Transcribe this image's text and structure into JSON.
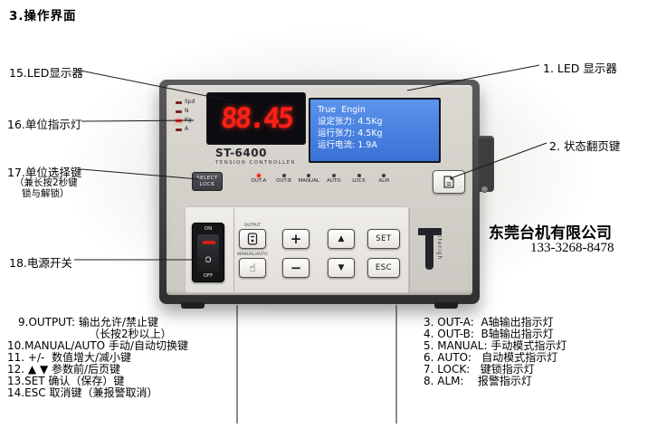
{
  "page": {
    "title": "3.操作界面"
  },
  "device": {
    "model": "ST-6400",
    "model_subtitle": "TENSION CONTROLLER",
    "led_value": "88.45",
    "unit_indicators": [
      "Spd",
      "N",
      "Kg",
      "A"
    ],
    "lit_unit": "Kg",
    "select_key": {
      "line1": "SELECT",
      "line2": "LOCK"
    },
    "lcd": {
      "line1": "True  Engin",
      "line2": "设定张力: 4.5Kg",
      "line3": "运行张力: 4.5Kg",
      "line4": "运行电流: 1.9A"
    },
    "status_leds": [
      "OUT-A",
      "OUT-B",
      "MANUAL",
      "AUTO",
      "LOCK",
      "ALM"
    ],
    "lit_status_led": "OUT-A",
    "power_switch": {
      "on": "ON",
      "off": "OFF",
      "o_mark": "O"
    },
    "keys": {
      "output_label": "OUTPUT",
      "manual_auto_label": "MANUAL/AUTO",
      "manual_auto_icon": "☝",
      "plus": "+",
      "minus": "−",
      "up": "▲",
      "down": "▼",
      "set": "SET",
      "esc": "ESC"
    },
    "brand": {
      "name": "Interigh"
    }
  },
  "company": {
    "name": "东莞台机有限公司",
    "phone": "133-3268-8478"
  },
  "callouts": {
    "left": {
      "c15": "15.LED显示器",
      "c16": "16.单位指示灯",
      "c17": "17.单位选择键",
      "c17_sub1": "（兼长按2秒键",
      "c17_sub2": "锁与解锁）",
      "c18": "18.电源开关"
    },
    "right": {
      "c1": "1. LED 显示器",
      "c2": "2. 状态翻页键"
    },
    "bottom_left": [
      "9.OUTPUT: 输出允许/禁止键",
      "（长按2秒以上）",
      "10.MANUAL/AUTO 手动/自动切换键",
      "11. +/-  数值增大/减小键",
      "12. ▲ ▼ 参数前/后页键",
      "13.SET 确认（保存）键",
      "14.ESC 取消键（兼报警取消）"
    ],
    "bottom_right": [
      "3. OUT-A:  A轴输出指示灯",
      "4. OUT-B:  B轴输出指示灯",
      "5. MANUAL: 手动模式指示灯",
      "6. AUTO:   自动模式指示灯",
      "7. LOCK:   键锁指示灯",
      "8. ALM:    报警指示灯"
    ]
  },
  "colors": {
    "led_red": "#ff2015",
    "lcd_blue": "#4a80e4",
    "indicator_red": "#ff2211"
  }
}
